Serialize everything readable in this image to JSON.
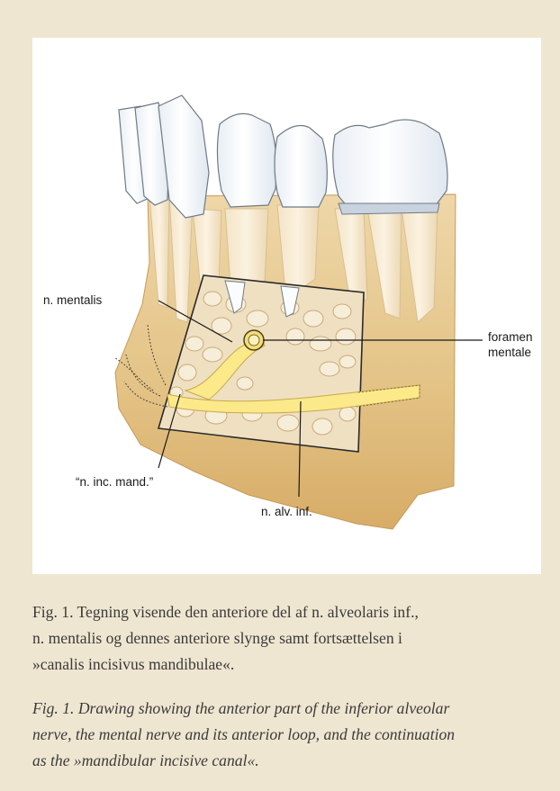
{
  "figure": {
    "labels": {
      "mentalis": "n. mentalis",
      "foramen_line1": "foramen",
      "foramen_line2": "mentale",
      "incisive": "“n. inc. mand.”",
      "alveolar": "n. alv. inf."
    },
    "colors": {
      "background": "#efe6d1",
      "bone": "#e7c88e",
      "bone_dark": "#d6ab66",
      "nerve": "#fbe98a",
      "enamel": "#f4f7fa",
      "cancellous": "#f2e4c8"
    }
  },
  "caption": {
    "danish_line1": "Fig. 1. Tegning visende den anteriore del af n. alveolaris  inf.,",
    "danish_line2": "n. mentalis og dennes anteriore slynge samt fortsættelsen i",
    "danish_line3": "»canalis incisivus mandibulae«.",
    "english_line1": "Fig. 1. Drawing showing the anterior part of the inferior alveolar",
    "english_line2": "nerve, the mental nerve and its anterior loop, and the continuation",
    "english_line3": "as the »mandibular incisive canal«."
  }
}
